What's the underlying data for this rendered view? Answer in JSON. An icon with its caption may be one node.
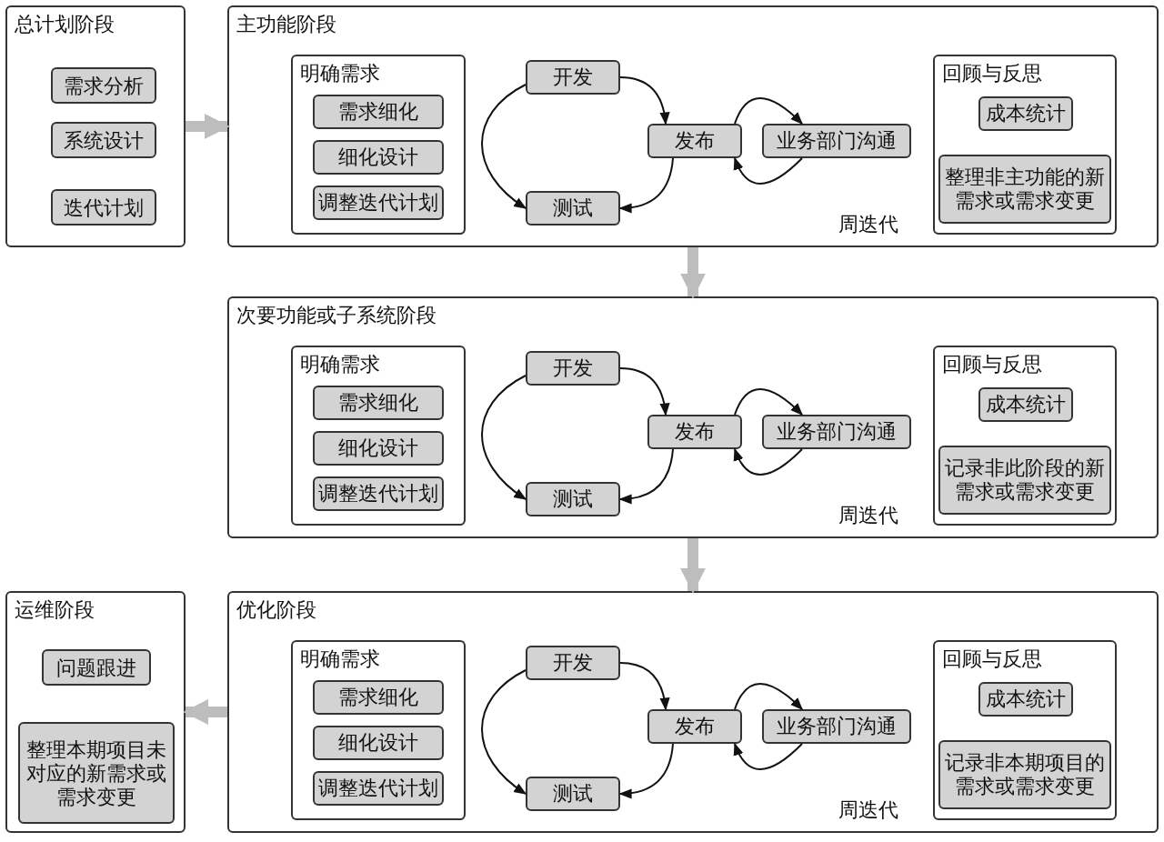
{
  "diagram": {
    "nodes": [
      {
        "text": [
          "总计划阶段"
        ]
      },
      {
        "text": [
          "需求分析"
        ],
        "in": 0
      },
      {
        "text": [
          "系统设计"
        ],
        "in": 0
      },
      {
        "text": [
          "迭代计划"
        ],
        "in": 0
      },
      {
        "text": [
          "主功能阶段",
          "周迭代"
        ]
      },
      {
        "text": [
          "明确需求"
        ],
        "in": 4
      },
      {
        "text": [
          "需求细化"
        ],
        "in": 5
      },
      {
        "text": [
          "细化设计"
        ],
        "in": 5
      },
      {
        "text": [
          "调整迭代计划"
        ],
        "in": 5
      },
      {
        "text": [
          "开发"
        ],
        "in": 4
      },
      {
        "text": [
          "测试"
        ],
        "in": 4
      },
      {
        "text": [
          "发布"
        ],
        "in": 4
      },
      {
        "text": [
          "业务部门沟通"
        ],
        "in": 4
      },
      {
        "text": [
          "回顾与反思"
        ],
        "in": 4
      },
      {
        "text": [
          "成本统计"
        ],
        "in": 13
      },
      {
        "text": [
          "整理非主功能的新需求或需求变更"
        ],
        "in": 13
      },
      {
        "text": [
          "次要功能或子系统阶段",
          "周迭代"
        ]
      },
      {
        "text": [
          "明确需求"
        ],
        "in": 16
      },
      {
        "text": [
          "需求细化"
        ],
        "in": 17
      },
      {
        "text": [
          "细化设计"
        ],
        "in": 17
      },
      {
        "text": [
          "调整迭代计划"
        ],
        "in": 17
      },
      {
        "text": [
          "开发"
        ],
        "in": 16
      },
      {
        "text": [
          "测试"
        ],
        "in": 16
      },
      {
        "text": [
          "发布"
        ],
        "in": 16
      },
      {
        "text": [
          "业务部门沟通"
        ],
        "in": 16
      },
      {
        "text": [
          "回顾与反思"
        ],
        "in": 16
      },
      {
        "text": [
          "成本统计"
        ],
        "in": 25
      },
      {
        "text": [
          "记录非此阶段的新需求或需求变更"
        ],
        "in": 25
      },
      {
        "text": [
          "运维阶段"
        ]
      },
      {
        "text": [
          "问题跟进"
        ],
        "in": 28
      },
      {
        "text": [
          "整理本期项目未对应的新需求或需求变更"
        ],
        "in": 28
      },
      {
        "text": [
          "优化阶段",
          "周迭代"
        ]
      },
      {
        "text": [
          "明确需求"
        ],
        "in": 31
      },
      {
        "text": [
          "需求细化"
        ],
        "in": 32
      },
      {
        "text": [
          "细化设计"
        ],
        "in": 32
      },
      {
        "text": [
          "调整迭代计划"
        ],
        "in": 32
      },
      {
        "text": [
          "开发"
        ],
        "in": 31
      },
      {
        "text": [
          "测试"
        ],
        "in": 31
      },
      {
        "text": [
          "发布"
        ],
        "in": 31
      },
      {
        "text": [
          "业务部门沟通"
        ],
        "in": 31
      },
      {
        "text": [
          "回顾与反思"
        ],
        "in": 31
      },
      {
        "text": [
          "成本统计"
        ],
        "in": 40
      },
      {
        "text": [
          "记录非本期项目的需求或需求变更"
        ],
        "in": 40
      }
    ],
    "edges": [
      {
        "from": 0,
        "to": 4,
        "arrow": "to",
        "style": "thick",
        "color": "#bdbdbd"
      },
      {
        "from": 9,
        "to": 11,
        "arrow": "to"
      },
      {
        "from": 9,
        "to": 10,
        "arrow": "to"
      },
      {
        "from": 11,
        "to": 10,
        "arrow": "to"
      },
      {
        "from": 11,
        "to": 12,
        "arrow": "to"
      },
      {
        "from": 12,
        "to": 11,
        "arrow": "to"
      },
      {
        "from": 4,
        "to": 16,
        "arrow": "to",
        "style": "thick",
        "color": "#bdbdbd"
      },
      {
        "from": 21,
        "to": 23,
        "arrow": "to"
      },
      {
        "from": 21,
        "to": 22,
        "arrow": "to"
      },
      {
        "from": 23,
        "to": 22,
        "arrow": "to"
      },
      {
        "from": 23,
        "to": 24,
        "arrow": "to"
      },
      {
        "from": 24,
        "to": 23,
        "arrow": "to"
      },
      {
        "from": 16,
        "to": 31,
        "arrow": "to",
        "style": "thick",
        "color": "#bdbdbd"
      },
      {
        "from": 36,
        "to": 38,
        "arrow": "to"
      },
      {
        "from": 36,
        "to": 37,
        "arrow": "to"
      },
      {
        "from": 38,
        "to": 37,
        "arrow": "to"
      },
      {
        "from": 38,
        "to": 39,
        "arrow": "to"
      },
      {
        "from": 39,
        "to": 38,
        "arrow": "to"
      },
      {
        "from": 31,
        "to": 28,
        "arrow": "to",
        "style": "thick",
        "color": "#bdbdbd"
      }
    ]
  }
}
